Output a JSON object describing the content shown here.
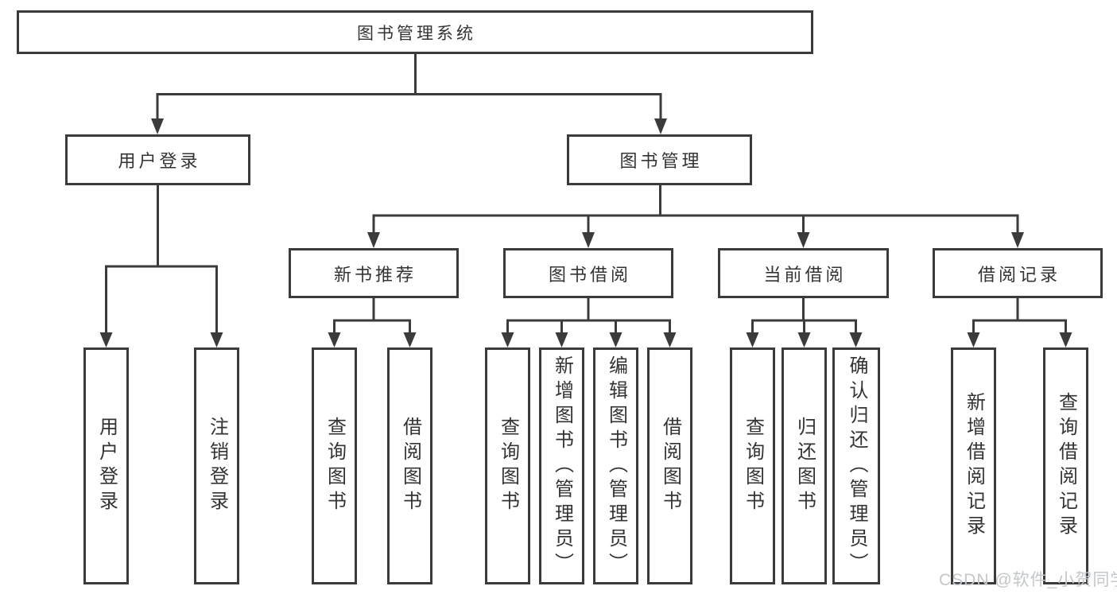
{
  "diagram": {
    "root_label": "图书管理系统",
    "branches": [
      {
        "label": "用户登录",
        "children": [
          "用户登录",
          "注销登录"
        ]
      },
      {
        "label": "图书管理",
        "children": [
          {
            "label": "新书推荐",
            "children": [
              "查询图书",
              "借阅图书"
            ]
          },
          {
            "label": "图书借阅",
            "children": [
              "查询图书",
              "新增图书（管理员）",
              "编辑图书（管理员）",
              "借阅图书"
            ]
          },
          {
            "label": "当前借阅",
            "children": [
              "查询图书",
              "归还图书",
              "确认归还（管理员）"
            ]
          },
          {
            "label": "借阅记录",
            "children": [
              "新增借阅记录",
              "查询借阅记录"
            ]
          }
        ]
      }
    ],
    "watermark": "CSDN @软件_小贺同学",
    "colors": {
      "line": "#3b3b3b",
      "text": "#333333",
      "watermark": "#c3c7ca",
      "background": "#ffffff"
    }
  }
}
